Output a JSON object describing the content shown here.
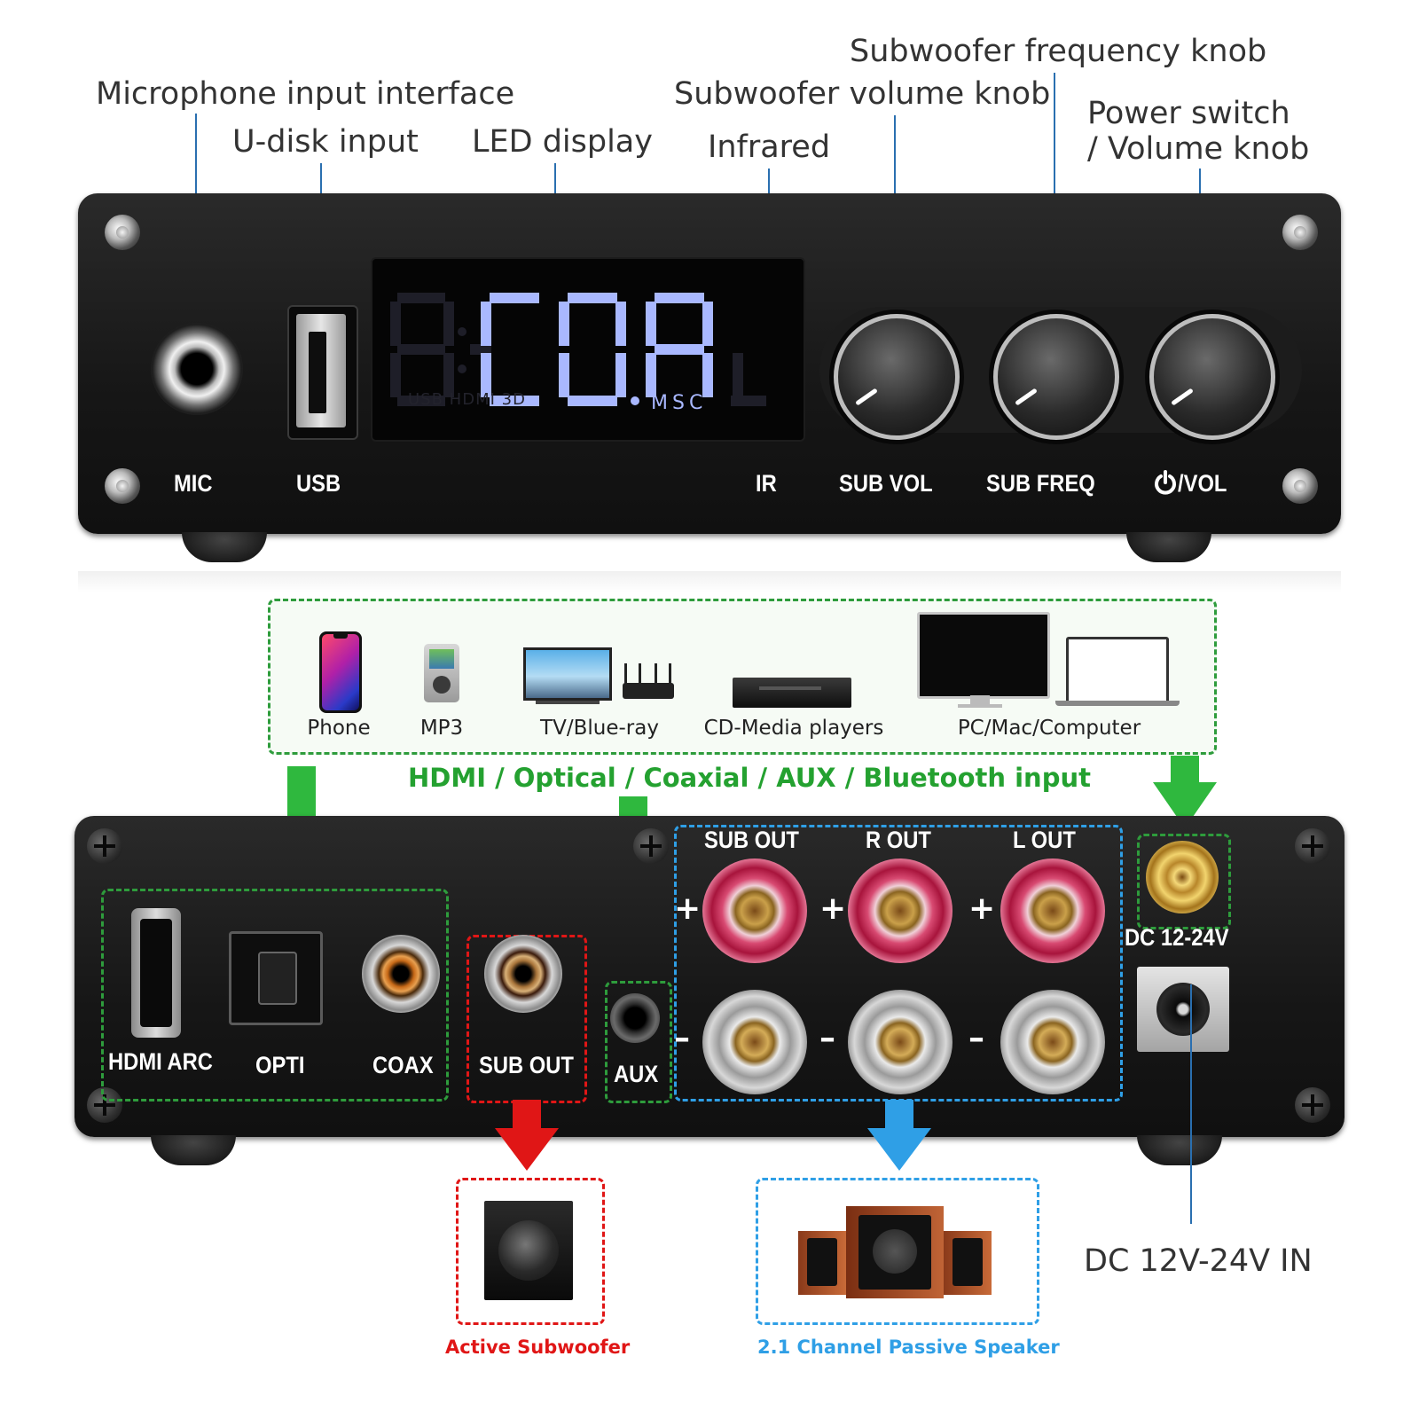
{
  "callouts": {
    "microphone": "Microphone input interface",
    "udisk": "U-disk input",
    "led": "LED display",
    "infrared": "Infrared",
    "sub_volume": "Subwoofer volume knob",
    "sub_frequency": "Subwoofer frequency knob",
    "power_line1": "Power switch",
    "power_line2": "/ Volume knob",
    "dc_in": "DC 12V-24V IN"
  },
  "front_panel": {
    "mic": "MIC",
    "usb": "USB",
    "ir": "IR",
    "sub_vol": "SUB VOL",
    "sub_freq": "SUB FREQ",
    "vol": "/VOL",
    "power_icon": "power-icon",
    "display": {
      "text": "COA",
      "sub": "MSC",
      "faint": "USB  HDMI  3D",
      "color": "#a9b8ff"
    }
  },
  "sources": {
    "devices": [
      "Phone",
      "MP3",
      "TV/Blue-ray",
      "CD-Media players",
      "PC/Mac/Computer"
    ],
    "input_label": "HDMI / Optical / Coaxial / AUX / Bluetooth input"
  },
  "back_panel": {
    "hdmi": "HDMI ARC",
    "opti": "OPTI",
    "coax": "COAX",
    "sub_out": "SUB OUT",
    "aux": "AUX",
    "out_labels": [
      "SUB OUT",
      "R OUT",
      "L OUT"
    ],
    "plus": "+",
    "minus": "–",
    "dc": "DC 12-24V"
  },
  "outputs": {
    "active_subwoofer": "Active Subwoofer",
    "passive_speaker": "2.1 Channel Passive Speaker"
  },
  "colors": {
    "green": "#2e9c3c",
    "green_text": "#24a130",
    "red": "#e01616",
    "blue": "#2f9fe6",
    "callout_line": "#2a6fb0"
  }
}
